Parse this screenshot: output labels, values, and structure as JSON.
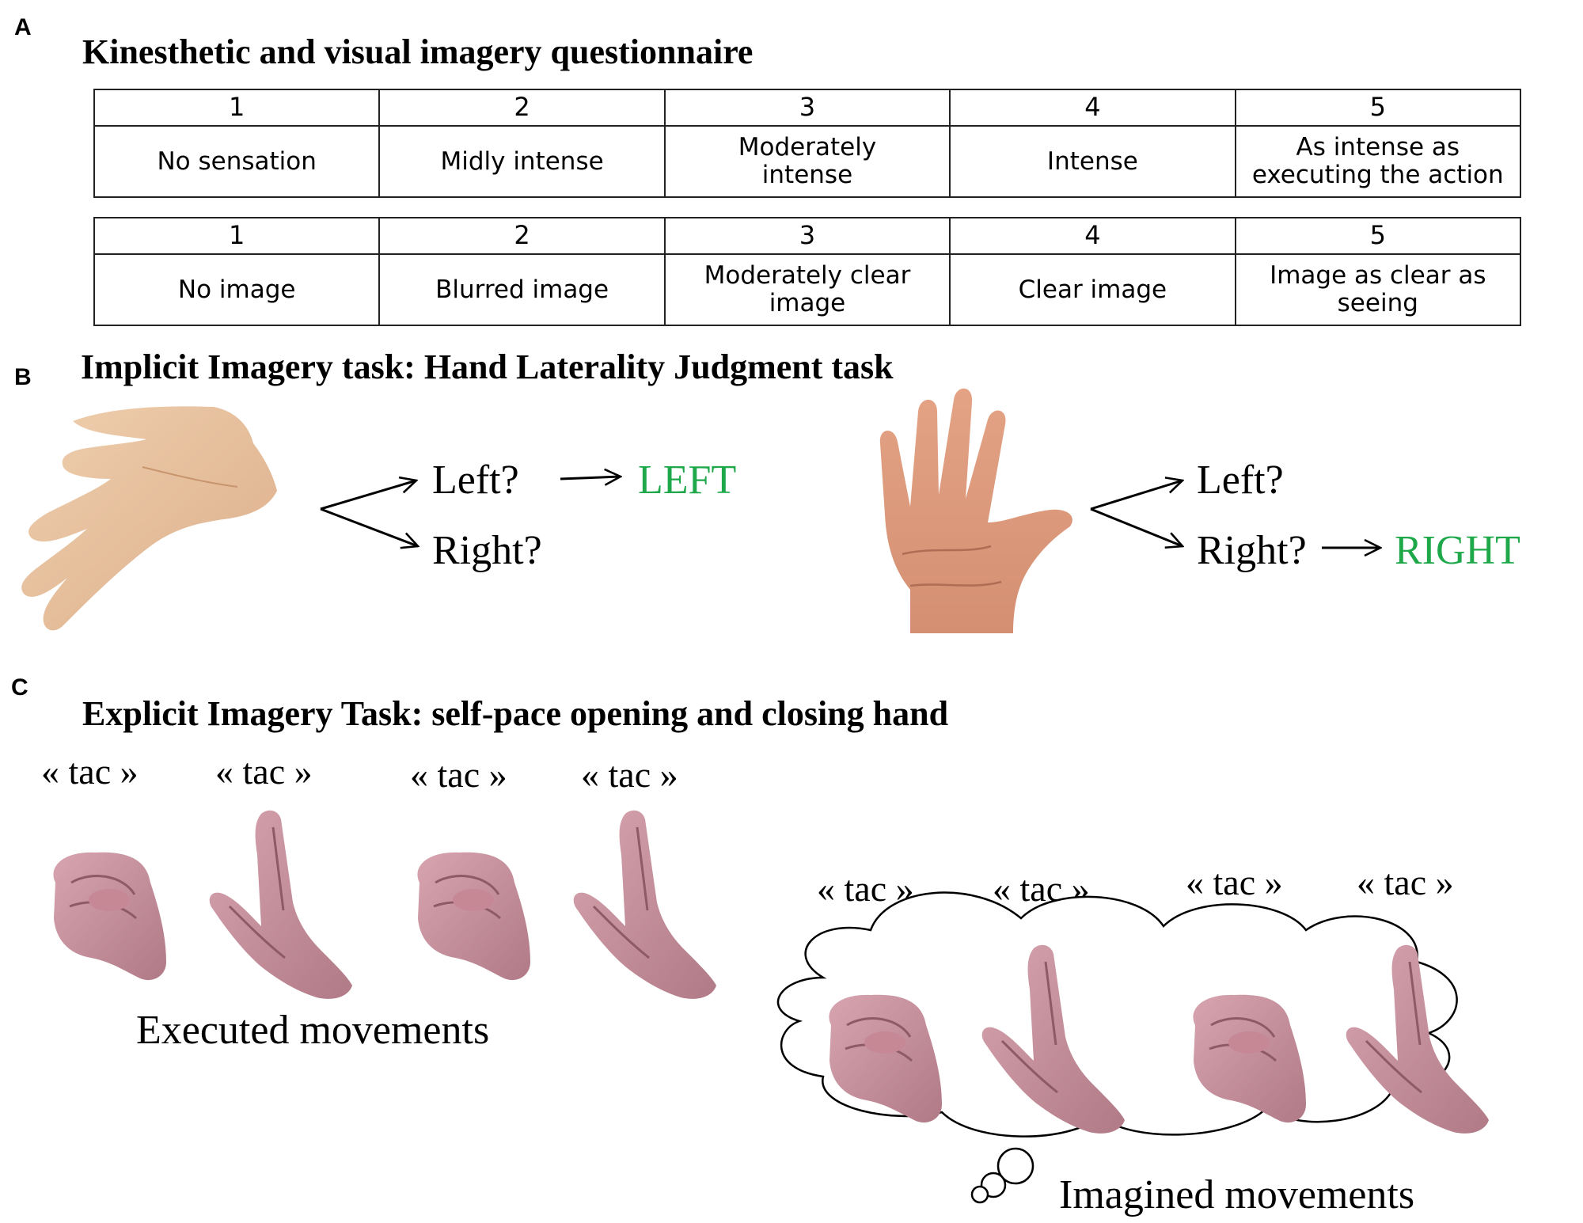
{
  "panels": {
    "a": {
      "letter": "A",
      "title": "Kinesthetic and visual imagery questionnaire",
      "kinesthetic_scale": {
        "numbers": [
          "1",
          "2",
          "3",
          "4",
          "5"
        ],
        "descriptions": [
          "No sensation",
          "Midly intense",
          "Moderately intense",
          "Intense",
          "As intense as executing the action"
        ]
      },
      "visual_scale": {
        "numbers": [
          "1",
          "2",
          "3",
          "4",
          "5"
        ],
        "descriptions": [
          "No image",
          "Blurred image",
          "Moderately clear image",
          "Clear image",
          "Image as clear as seeing"
        ]
      }
    },
    "b": {
      "letter": "B",
      "title": "Implicit Imagery task: Hand Laterality Judgment task",
      "trial_1": {
        "option_left": "Left?",
        "option_right": "Right?",
        "answer": "LEFT"
      },
      "trial_2": {
        "option_left": "Left?",
        "option_right": "Right?",
        "answer": "RIGHT"
      },
      "answer_color": "#1ea84a"
    },
    "c": {
      "letter": "C",
      "title": "Explicit Imagery Task: self-pace opening and closing hand",
      "cue_word": "« tac »",
      "executed_label": "Executed movements",
      "imagined_label": "Imagined movements"
    }
  },
  "icons": [
    "dorsal-hand-photo",
    "palm-hand-photo",
    "fist-hand-photo",
    "open-hand-photo",
    "arrow-icon",
    "thought-cloud"
  ]
}
